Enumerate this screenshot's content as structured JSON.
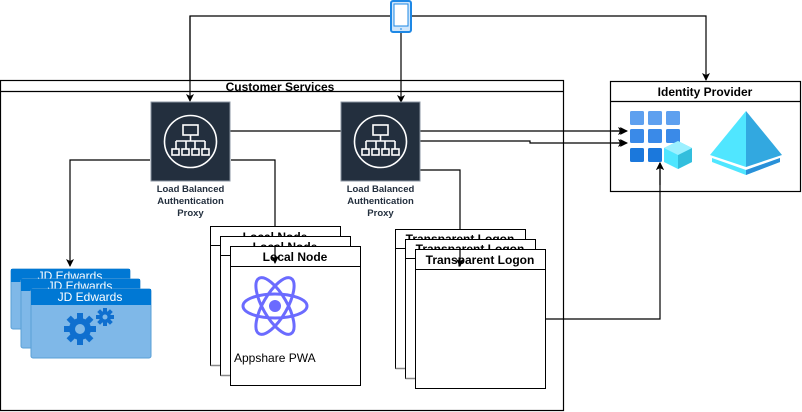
{
  "diagram": {
    "device": {
      "icon": "mobile-phone-icon"
    },
    "customer_services": {
      "title": "Customer Services"
    },
    "identity_provider": {
      "title": "Identity Provider",
      "icons": [
        "entra-id-apps-icon",
        "azure-ad-pyramid-icon"
      ]
    },
    "proxies": [
      {
        "label_lines": [
          "Load Balanced",
          "Authentication",
          "Proxy"
        ],
        "icon": "load-balancer-icon"
      },
      {
        "label_lines": [
          "Load Balanced",
          "Authentication",
          "Proxy"
        ],
        "icon": "load-balancer-icon"
      }
    ],
    "jd_edwards": {
      "stack": [
        "JD Edwards",
        "JD Edwards",
        "JD Edwards"
      ],
      "icon": "gears-icon"
    },
    "local_nodes": {
      "stack": [
        "Local Node",
        "Local Node",
        "Local Node"
      ],
      "app_label": "Appshare PWA",
      "icon": "react-atom-icon"
    },
    "transparent_logons": {
      "stack": [
        "Transparent Logon",
        "Transparent Logon",
        "Transparent Logon"
      ]
    },
    "colors": {
      "proxy_bg": "#232f3e",
      "jde_header": "#0078d4",
      "jde_body": "#7fb8e8",
      "react": "#6b6bff",
      "phone": "#1e88e5",
      "azure_light": "#50e6ff",
      "azure_dark": "#0078d4"
    }
  }
}
